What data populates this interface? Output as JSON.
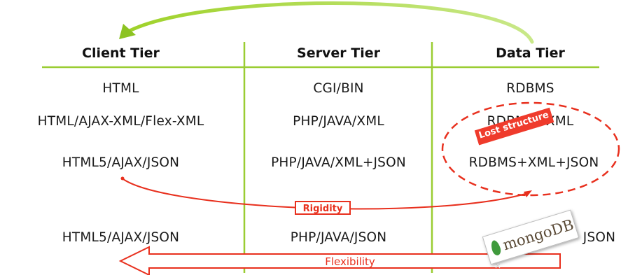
{
  "headers": [
    "Client Tier",
    "Server Tier",
    "Data Tier"
  ],
  "rows": [
    [
      "HTML",
      "CGI/BIN",
      "RDBMS"
    ],
    [
      "HTML/AJAX-XML/Flex-XML",
      "PHP/JAVA/XML",
      "RDBMS+XML"
    ],
    [
      "HTML5/AJAX/JSON",
      "PHP/JAVA/XML+JSON",
      "RDBMS+XML+JSON"
    ],
    [
      "HTML5/AJAX/JSON",
      "PHP/JAVA/JSON",
      "JSON"
    ]
  ],
  "annotations": {
    "lost_structure": "Lost structure",
    "rigidity": "Rigidity",
    "flexibility": "Flexibility",
    "mongo_logo_text": "mongoDB"
  },
  "colors": {
    "accent_green": "#9acd32",
    "accent_red": "#e8301e",
    "text": "#1a1a1a"
  }
}
